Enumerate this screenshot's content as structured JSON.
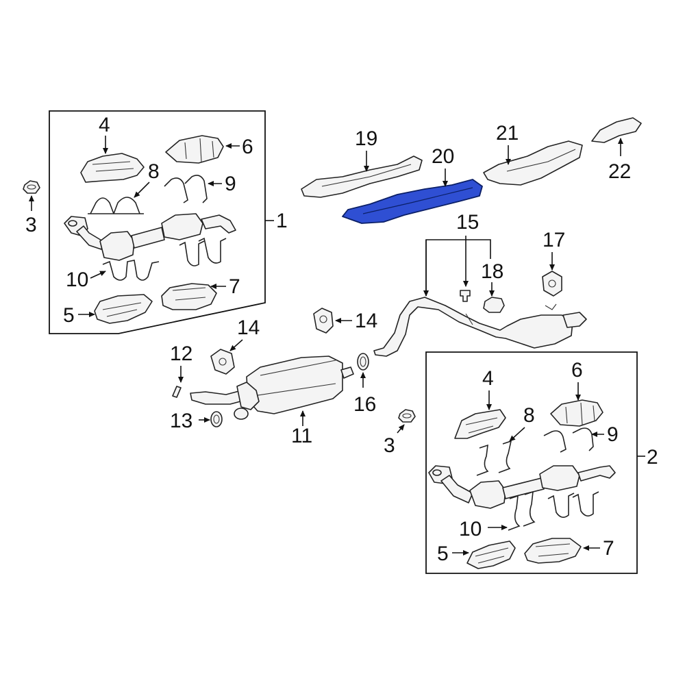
{
  "highlight_color": "#2f4fd3",
  "callouts": {
    "box1": "1",
    "box2": "2",
    "nut_left": "3",
    "nut_center": "3",
    "box1_p4": "4",
    "box1_p5": "5",
    "box1_p6": "6",
    "box1_p7": "7",
    "box1_p8": "8",
    "box1_p9": "9",
    "box1_p10": "10",
    "box2_p4": "4",
    "box2_p5": "5",
    "box2_p6": "6",
    "box2_p7": "7",
    "box2_p8": "8",
    "box2_p9": "9",
    "box2_p10": "10",
    "muffler": "11",
    "gasket_ring": "12",
    "gasket_round": "13",
    "hanger_left": "14",
    "hanger_center": "14",
    "bolt": "15",
    "ring_gasket": "16",
    "hanger_right": "17",
    "clamp": "18",
    "shield_19": "19",
    "shield_20": "20",
    "shield_21": "21",
    "shield_22": "22"
  }
}
